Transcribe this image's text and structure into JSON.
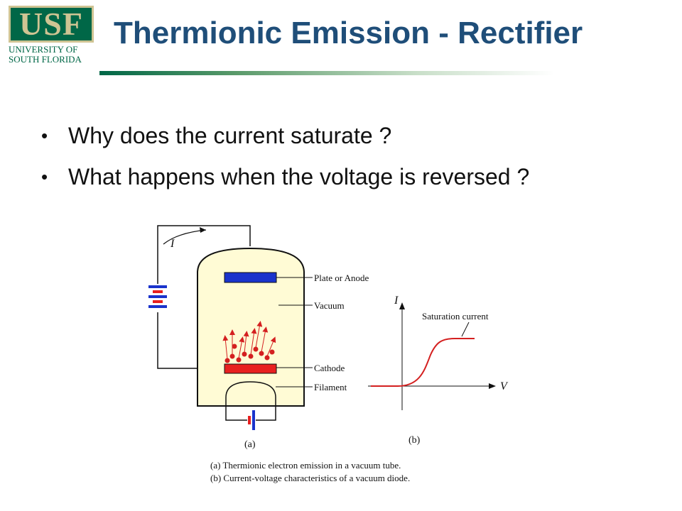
{
  "logo": {
    "mark": "USF",
    "line1": "UNIVERSITY OF",
    "line2": "SOUTH FLORIDA"
  },
  "title": "Thermionic Emission - Rectifier",
  "bullets": [
    "Why does the current saturate ?",
    "What happens when the voltage is reversed ?"
  ],
  "diagram": {
    "current_symbol": "I",
    "labels": {
      "plate": "Plate or Anode",
      "vacuum": "Vacuum",
      "cathode": "Cathode",
      "filament": "Filament"
    },
    "graph": {
      "y_axis": "I",
      "x_axis": "V",
      "annotation": "Saturation current"
    },
    "part_a": "(a)",
    "part_b": "(b)",
    "caption_a": "(a) Thermionic electron emission in a vacuum tube.",
    "caption_b": "(b) Current-voltage characteristics of a vacuum diode."
  },
  "colors": {
    "title": "#1f4e79",
    "usf_green": "#006747",
    "usf_gold": "#cfc493",
    "tube_fill": "#fffbd5",
    "plate": "#1a33cc",
    "cathode": "#e82020",
    "curve": "#d42020"
  }
}
